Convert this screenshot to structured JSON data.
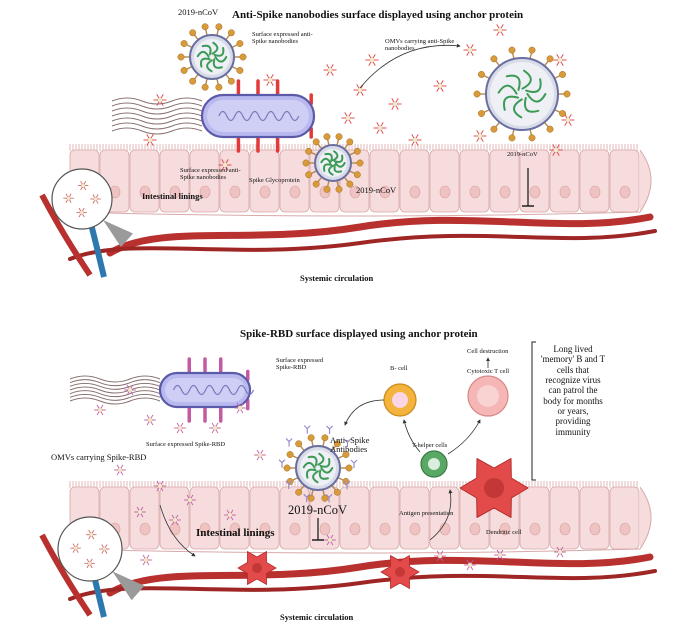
{
  "top": {
    "title": "Anti-Spike nanobodies surface displayed using anchor protein",
    "virus_label_1": "2019-nCoV",
    "surface_label_1": "Surface expressed anti-Spike nanobodies",
    "omv_label": "OMVs carrying anti-Spike nanobodies",
    "virus_label_right": "2019-nCoV",
    "surface_label_2": "Surface expressed anti-Spike nanobodies",
    "spike_label": "Spike Glycoprotein",
    "virus_label_bottom": "2019-nCoV",
    "intestinal": "Intestinal linings",
    "systemic": "Systemic circulation"
  },
  "bottom": {
    "title": "Spike-RBD surface displayed using anchor protein",
    "surface_rbd_1": "Surface expressed Spike-RBD",
    "surface_rbd_2": "Surface expressed Spike-RBD",
    "omv_rbd": "OMVs carrying Spike-RBD",
    "antibodies": "Anti- Spike Antibodies",
    "virus": "2019-nCoV",
    "bcell": "B- cell",
    "thelper": "T-helper cells",
    "cell_destruction": "Cell destruction",
    "cytotoxic": "Cytotoxic T cell",
    "memory_note": "Long lived 'memory' B and T cells that recognize virus can patrol the body for months or years, providing immunity",
    "antigen": "Antigen presentation",
    "dendritic": "Dendritic cell",
    "intestinal": "Intestinal linings",
    "systemic": "Systemic circulation"
  },
  "colors": {
    "epithelium": "#f6dcdc",
    "epithelium_edge": "#d9a9a9",
    "vessel_red": "#b8312f",
    "vessel_blue": "#2e78b0",
    "bacterium": "#b9b9ef",
    "nanobody": "#e23a3a",
    "rbd": "#c45aa6",
    "virus_spike": "#d99a3a",
    "bcell": "#f3b33d",
    "tcell": "#f6b6b6",
    "thelper": "#5aa865",
    "dendritic": "#e34b4b"
  }
}
